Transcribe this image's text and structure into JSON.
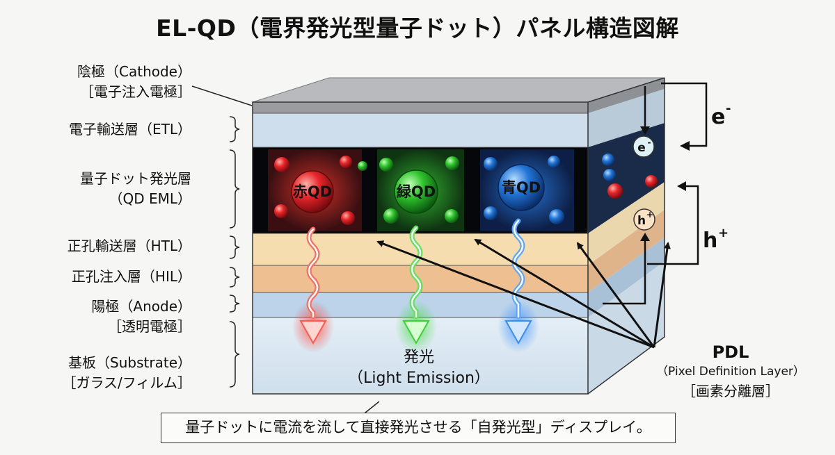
{
  "title": "EL-QD（電界発光型量子ドット）パネル構造図解",
  "layers": [
    {
      "line1": "陰極（Cathode）",
      "line2": "［電子注入電極］"
    },
    {
      "line1": "電子輸送層（ETL）",
      "line2": ""
    },
    {
      "line1": "量子ドット発光層",
      "line2": "（QD EML）"
    },
    {
      "line1": "正孔輸送層（HTL）",
      "line2": ""
    },
    {
      "line1": "正孔注入層（HIL）",
      "line2": ""
    },
    {
      "line1": "陽極（Anode）",
      "line2": "［透明電極］"
    },
    {
      "line1": "基板（Substrate）",
      "line2": "［ガラス/フィルム］"
    }
  ],
  "qd": {
    "red": "赤QD",
    "green": "緑QD",
    "blue": "青QD"
  },
  "carriers": {
    "electron": "e-",
    "electron_sup": "-",
    "hole": "h+",
    "hole_sup": "+",
    "electron_base": "e",
    "hole_base": "h"
  },
  "pdl": {
    "name": "PDL",
    "full": "（Pixel Definition Layer）",
    "jp": "［画素分離層］"
  },
  "emission": {
    "line1": "発光",
    "line2": "（Light Emission）"
  },
  "caption": "量子ドットに電流を流して直接発光させる「自発光型」ディスプレイ。",
  "colors": {
    "red": "#e8262a",
    "green": "#2fc42c",
    "blue": "#2276d8",
    "cathode": "#9a9c9f",
    "etl": "#cfdeed",
    "htl": "#f5ddb0",
    "hil": "#eebf90",
    "anode": "#bcd3ea",
    "substrate": "#dce9f2"
  }
}
